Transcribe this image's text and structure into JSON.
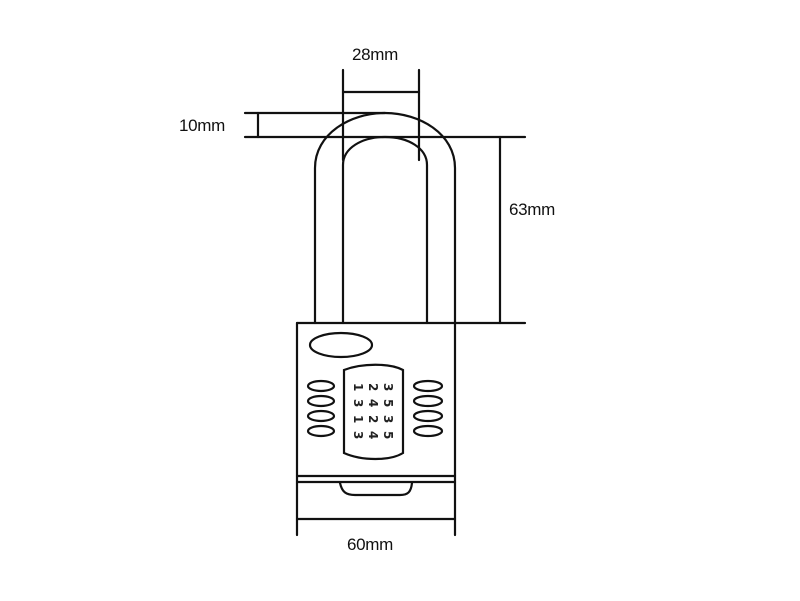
{
  "diagram": {
    "subject": "combination padlock with long shackle",
    "stroke_color": "#111111",
    "background": "#ffffff",
    "dimensions": {
      "shackle_inner_width": "28mm",
      "shackle_thickness": "10mm",
      "shackle_clearance": "63mm",
      "body_width": "60mm"
    },
    "dial_wheels": {
      "rows": [
        [
          "1",
          "2",
          "3"
        ],
        [
          "3",
          "4",
          "5"
        ],
        [
          "1",
          "2",
          "3"
        ],
        [
          "3",
          "4",
          "5"
        ]
      ]
    }
  }
}
